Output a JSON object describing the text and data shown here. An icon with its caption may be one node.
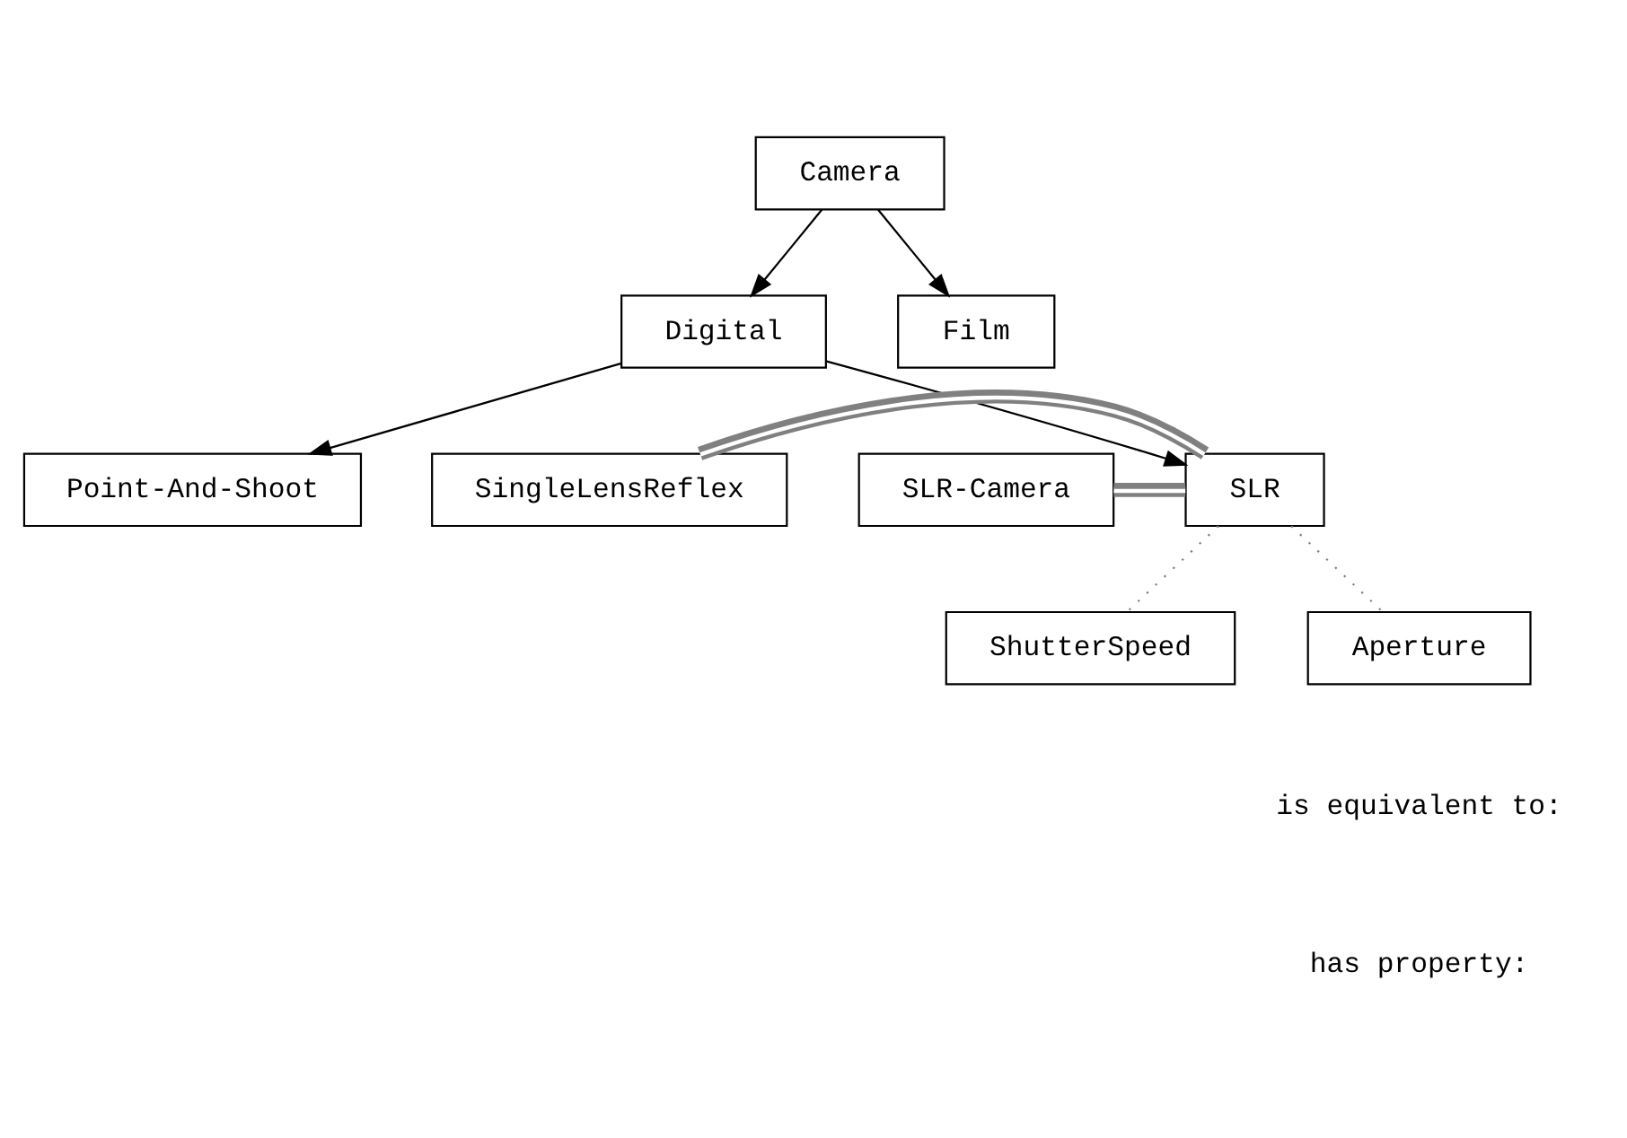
{
  "diagram": {
    "nodes": [
      {
        "text": [
          "Camera"
        ]
      },
      {
        "text": [
          "Digital"
        ]
      },
      {
        "text": [
          "Film"
        ]
      },
      {
        "text": [
          "SingleLensReflex"
        ]
      },
      {
        "text": [
          "SLR"
        ]
      },
      {
        "text": [
          "Point-And-Shoot"
        ]
      },
      {
        "text": [
          "SLR-Camera"
        ]
      },
      {
        "text": [
          "ShutterSpeed"
        ]
      },
      {
        "text": [
          "Aperture"
        ]
      }
    ],
    "edges": [
      {
        "from": 0,
        "to": 1,
        "arrow": "to"
      },
      {
        "from": 0,
        "to": 2,
        "arrow": "to"
      },
      {
        "from": 1,
        "to": 4,
        "arrow": "to"
      },
      {
        "from": 1,
        "to": 5,
        "arrow": "to"
      },
      {
        "from": 3,
        "to": 4,
        "arrow": "none",
        "style": "thick",
        "color": "#808080"
      },
      {
        "from": 6,
        "to": 4,
        "arrow": "none",
        "style": "thick",
        "color": "#808080"
      },
      {
        "from": 4,
        "to": 7,
        "arrow": "none",
        "style": "dashed",
        "color": "#808080"
      },
      {
        "from": 4,
        "to": 8,
        "arrow": "none",
        "style": "dashed",
        "color": "#808080"
      }
    ],
    "legend": [
      {
        "text": "is equivalent to:"
      },
      {
        "text": "has property:"
      }
    ]
  }
}
